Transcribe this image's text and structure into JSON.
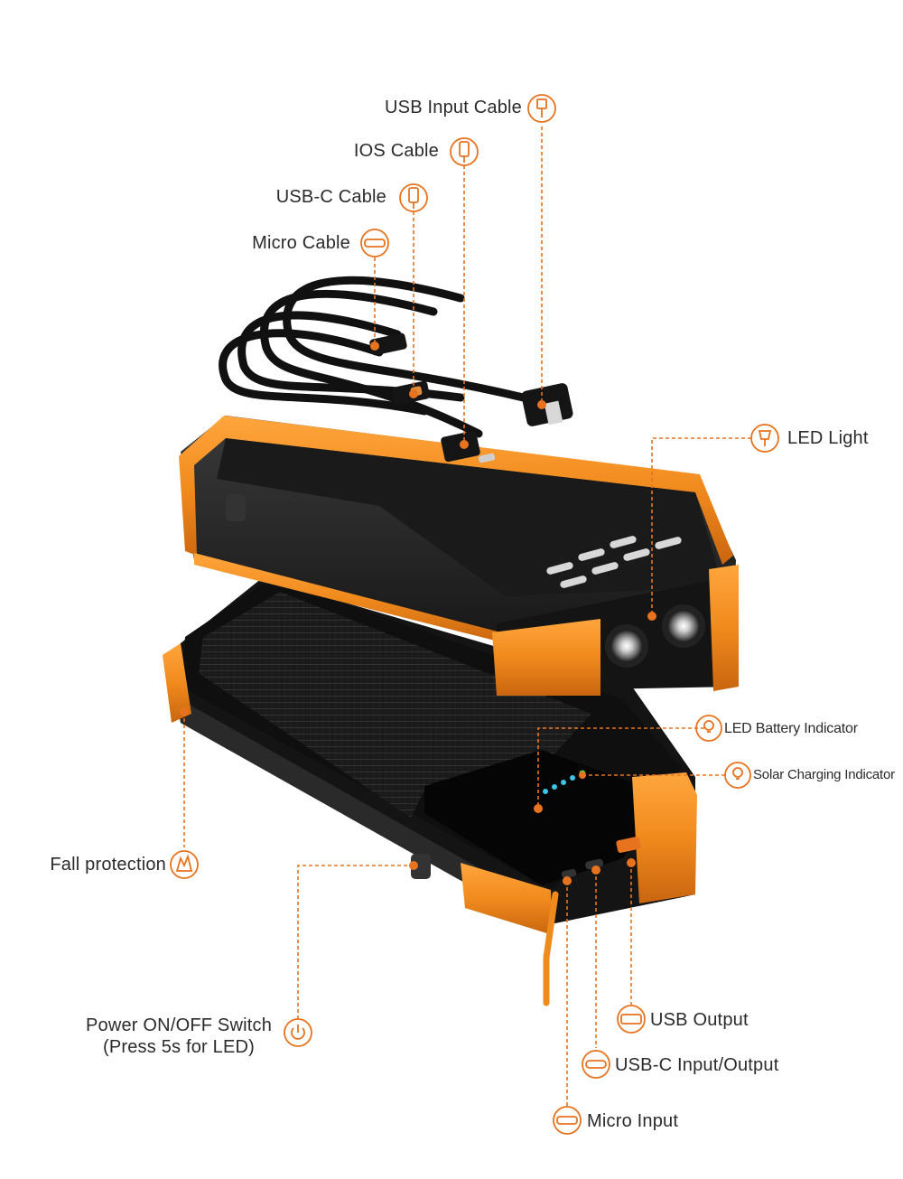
{
  "colors": {
    "accent": "#e8731f",
    "housing": "#f08a1d",
    "body": "#1c1c1c",
    "panel": "#131313",
    "text": "#2b2b2b",
    "indicator_blue": "#39c6e8",
    "indicator_green": "#4fd64f"
  },
  "callouts": {
    "usb_input_cable": {
      "label": "USB Input Cable",
      "icon": "usb-plug-icon"
    },
    "ios_cable": {
      "label": "IOS Cable",
      "icon": "lightning-plug-icon"
    },
    "usbc_cable": {
      "label": "USB-C Cable",
      "icon": "usbc-plug-icon"
    },
    "micro_cable": {
      "label": "Micro Cable",
      "icon": "micro-port-icon"
    },
    "led_light": {
      "label": "LED Light",
      "icon": "flashlight-icon"
    },
    "led_battery_indicator": {
      "label": "LED Battery Indicator",
      "icon": "bulb-icon"
    },
    "solar_charging_indicator": {
      "label": "Solar Charging Indicator",
      "icon": "bulb-icon"
    },
    "fall_protection": {
      "label": "Fall protection",
      "icon": "impact-icon"
    },
    "power_switch": {
      "label_line1": "Power ON/OFF Switch",
      "label_line2": "(Press 5s for LED)",
      "icon": "power-icon"
    },
    "usb_output": {
      "label": "USB Output",
      "icon": "usb-port-icon"
    },
    "usbc_io": {
      "label": "USB-C Input/Output",
      "icon": "usbc-port-icon"
    },
    "micro_input": {
      "label": "Micro Input",
      "icon": "micro-port-icon"
    }
  }
}
